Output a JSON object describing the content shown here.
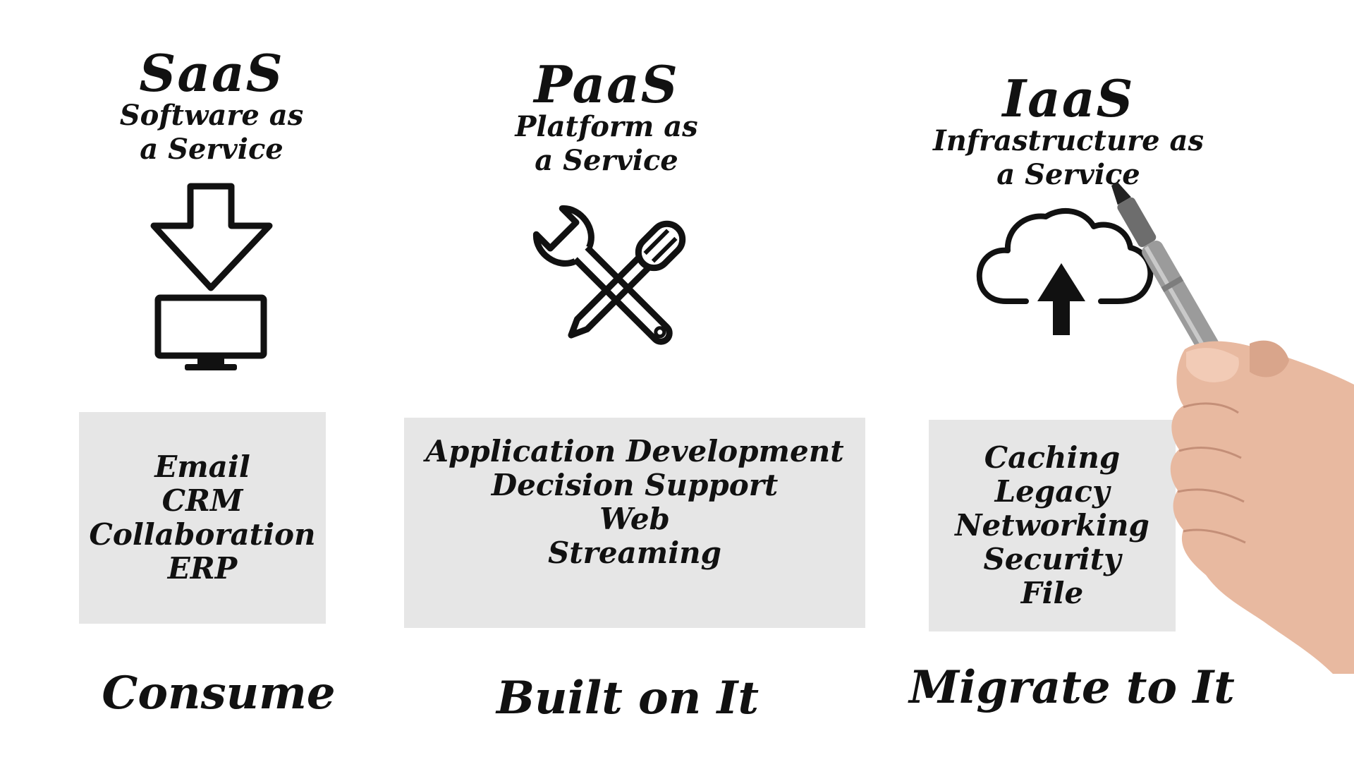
{
  "columns": [
    {
      "acronym": "SaaS",
      "line1": "Software as",
      "line2": "a Service",
      "icon": "download-to-monitor-icon",
      "items": [
        "Email",
        "CRM",
        "Collaboration",
        "ERP"
      ],
      "footer": "Consume"
    },
    {
      "acronym": "PaaS",
      "line1": "Platform as",
      "line2": "a Service",
      "icon": "tools-icon",
      "items": [
        "Application Development",
        "Decision Support",
        "Web",
        "Streaming"
      ],
      "footer": "Built on It"
    },
    {
      "acronym": "IaaS",
      "line1": "Infrastructure as",
      "line2": "a Service",
      "icon": "cloud-upload-icon",
      "items": [
        "Caching",
        "Legacy",
        "Networking",
        "Security",
        "File"
      ],
      "footer": "Migrate to It"
    }
  ],
  "colors": {
    "ink": "#111111",
    "box": "#e6e6e6",
    "background": "#ffffff"
  }
}
